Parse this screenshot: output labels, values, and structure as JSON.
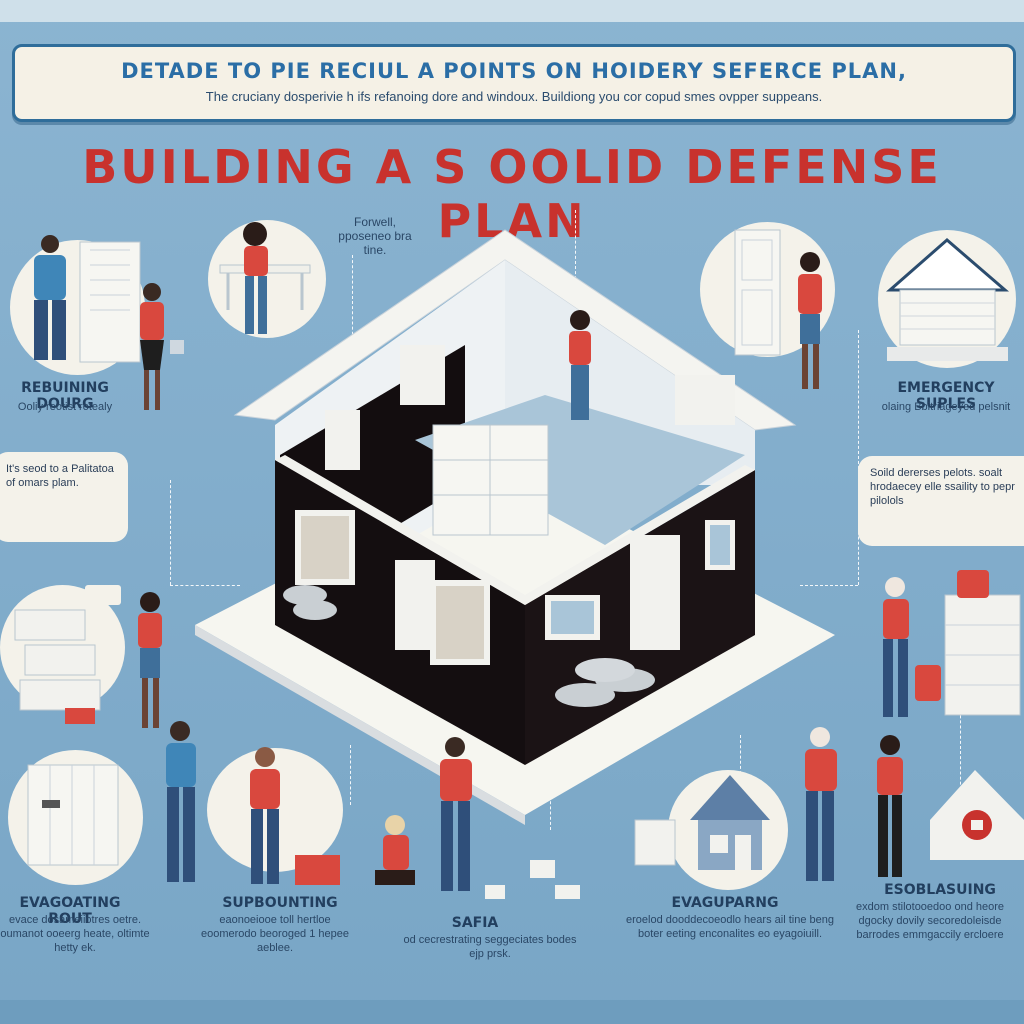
{
  "banner": {
    "title": "DETADE TO PIE RECIUL A POINTS ON HOIDERY SEFERCE PLAN,",
    "subtitle": "The cruciany dosperivie h ifs refanoing dore and windoux.   Buildiong you cor copud smes ovpper suppeans."
  },
  "main_title": "BUILDING A S OOLID DEFENSE PLAN",
  "top_note": "Forwell, pposeneo bra tine.",
  "sections": {
    "reinforcing_doors": {
      "title": "REBUINING DOURG",
      "caption": "Ooliy reotist rotealy"
    },
    "emergency_supplies": {
      "title": "EMERGENCY SUPLES",
      "caption": "olaing Bbitriageyed pelsnit"
    },
    "left_callout": "It's seod to a Palitatoa of omars plam.",
    "right_callout": "Soild dererses pelots. soalt hrodaecey elle ssaility to pepr pilolols",
    "evacuating_route": {
      "title": "EVAGOATING ROUT",
      "caption": "evace dosameiiotres oetre. oumanot ooeerg heate, oltimte hetty ek."
    },
    "supporting": {
      "title": "SUPBOUNTING",
      "caption": "eaonoeiooe toll hertloe eoomerodo beoroged 1 hepee aeblee."
    },
    "safety": {
      "title": "SAFIA",
      "caption": "od cecrestrating seggeciates bodes ejp prsk."
    },
    "evaguarding": {
      "title": "EVAGUPARNG",
      "caption": "eroelod dooddecoeodlo hears ail tine beng boter eeting enconalites eo eyagoiuill."
    },
    "establishing": {
      "title": "ESOBLASUING",
      "caption": "exdom stilotooedoo ond heore dgocky dovily secoredoleisde barrodes emmgaccily ercloere"
    }
  },
  "colors": {
    "title_red": "#c8322d",
    "banner_blue": "#2b6ea6",
    "background": "#7fa9c8",
    "shirt_red": "#d9483e"
  }
}
